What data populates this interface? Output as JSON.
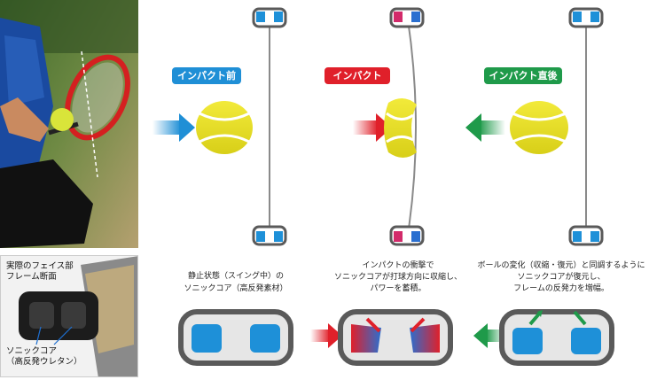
{
  "badges": {
    "before": "インパクト前",
    "impact": "インパクト",
    "after": "インパクト直後"
  },
  "captions": {
    "static_line1": "静止状態（スイング中）の",
    "static_line2": "ソニックコア（高反発素材）",
    "impact_line1": "インパクトの衝撃で",
    "impact_line2": "ソニックコアが打球方向に収縮し、",
    "impact_line3": "パワーを蓄積。",
    "after_line1": "ボールの変化（収縮・復元）と同調するように",
    "after_line2": "ソニックコアが復元し、",
    "after_line3": "フレームの反発力を増幅。"
  },
  "inset": {
    "title_line1": "実際のフェイス部",
    "title_line2": "フレーム断面",
    "core_line1": "ソニックコア",
    "core_line2": "（高反発ウレタン）"
  },
  "colors": {
    "before": "#1f8fd6",
    "impact": "#e0202a",
    "after": "#1f9a4a",
    "ball": "#e8e02a",
    "frame": "#5a5a5a",
    "core_blue": "#1e90d8"
  }
}
